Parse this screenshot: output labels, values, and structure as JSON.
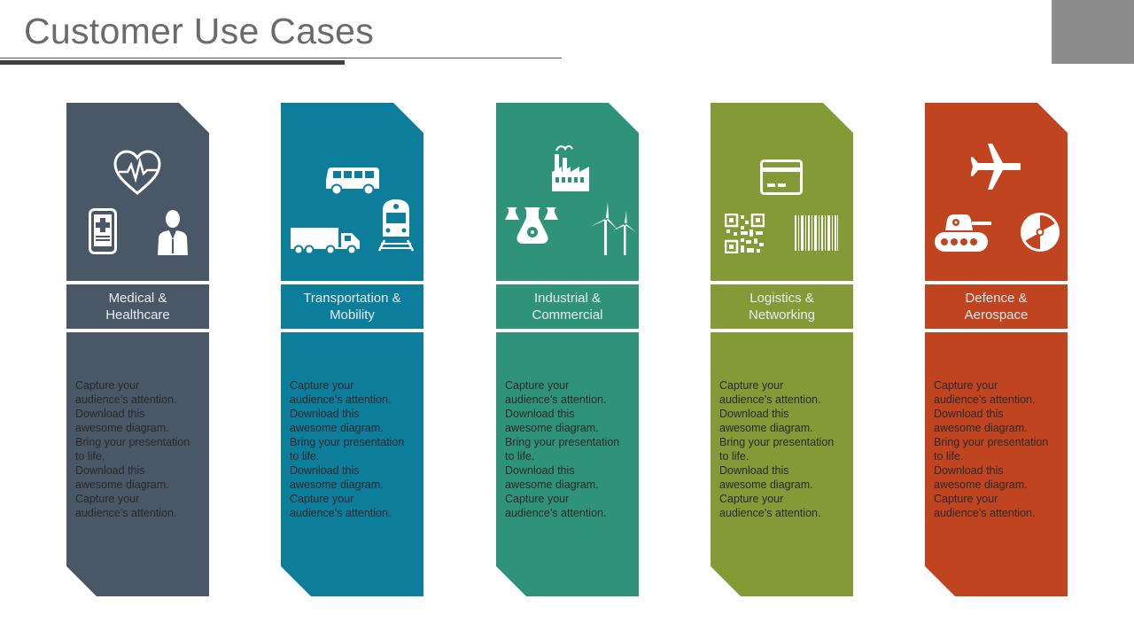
{
  "slide": {
    "title": "Customer Use Cases"
  },
  "cards": [
    {
      "label": "Medical &\nHealthcare",
      "color": "#4a5766",
      "icons": [
        "heart-rate-icon",
        "medical-phone-icon",
        "doctor-icon"
      ],
      "text": "Capture your\naudience’s attention.\nDownload this\nawesome diagram.\nBring your presentation\nto life.\nDownload this\nawesome diagram.\nCapture your\naudience’s attention."
    },
    {
      "label": "Transportation &\nMobility",
      "color": "#0c7d9a",
      "icons": [
        "bus-icon",
        "truck-icon",
        "train-icon"
      ],
      "text": "Capture your\naudience’s attention.\nDownload this\nawesome diagram.\nBring your presentation\nto life.\nDownload this\nawesome diagram.\nCapture your\naudience’s attention."
    },
    {
      "label": "Industrial &\nCommercial",
      "color": "#2f937a",
      "icons": [
        "factory-icon",
        "chemical-flask-icon",
        "wind-turbine-icon"
      ],
      "text": "Capture your\naudience’s attention.\nDownload this\nawesome diagram.\nBring your presentation\nto life.\nDownload this\nawesome diagram.\nCapture your\naudience’s attention."
    },
    {
      "label": "Logistics &\nNetworking",
      "color": "#839a36",
      "icons": [
        "credit-card-icon",
        "qr-code-icon",
        "barcode-icon"
      ],
      "text": "Capture your\naudience’s attention.\nDownload this\nawesome diagram.\nBring your presentation\nto life.\nDownload this\nawesome diagram.\nCapture your\naudience’s attention."
    },
    {
      "label": "Defence &\nAerospace",
      "color": "#c0441f",
      "icons": [
        "airplane-icon",
        "tank-icon",
        "radiation-icon"
      ],
      "text": "Capture your\naudience’s attention.\nDownload this\nawesome diagram.\nBring your presentation\nto life.\nDownload this\nawesome diagram.\nCapture your\naudience’s attention."
    }
  ]
}
